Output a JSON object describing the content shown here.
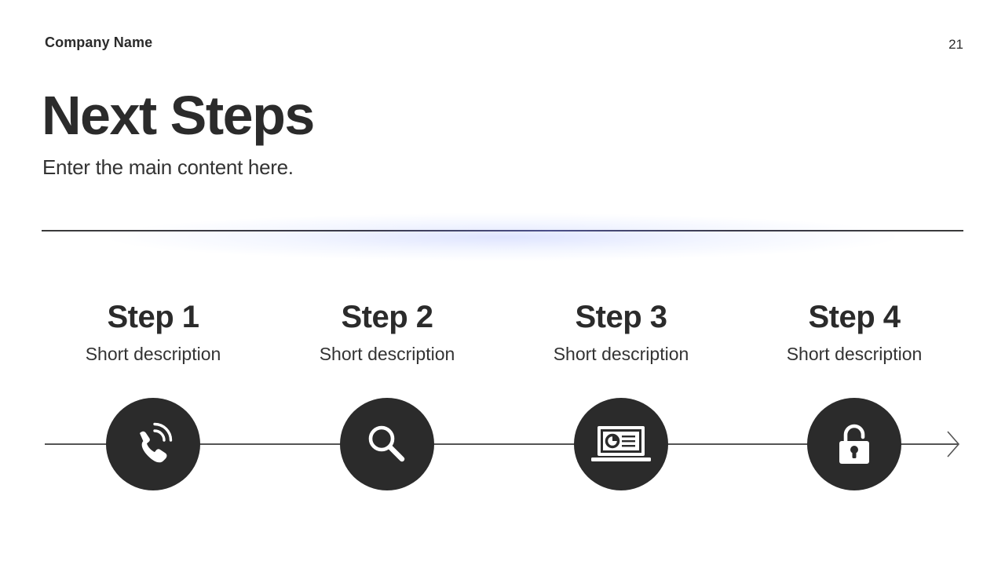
{
  "header": {
    "company": "Company Name",
    "page_number": "21"
  },
  "main": {
    "title": "Next Steps",
    "subtitle": "Enter the main content here."
  },
  "steps": [
    {
      "title": "Step 1",
      "description": "Short description",
      "icon": "phone-icon"
    },
    {
      "title": "Step 2",
      "description": "Short description",
      "icon": "search-icon"
    },
    {
      "title": "Step 3",
      "description": "Short description",
      "icon": "laptop-icon"
    },
    {
      "title": "Step 4",
      "description": "Short description",
      "icon": "lock-icon"
    }
  ],
  "colors": {
    "text": "#2b2b2b",
    "circle": "#2b2b2b",
    "glow": "#8ca0ff"
  }
}
